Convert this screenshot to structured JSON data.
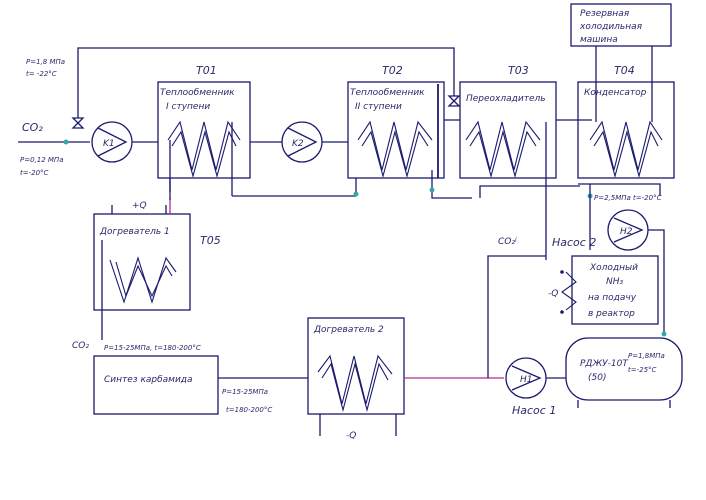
{
  "labels": {
    "co2_inlet": "CO₂",
    "inlet_pressure_top": "P=1,8 МПа",
    "inlet_temp_top": "t= -22°C",
    "inlet_pressure_bottom": "P=0,12 МПа",
    "inlet_temp_bottom": "t=-20°C",
    "valve_k1": "K1",
    "valve_k2": "K2",
    "t01_code": "T01",
    "t01_name": "Теплообменник",
    "t01_stage": "I ступени",
    "t02_code": "T02",
    "t02_name": "Теплообменник",
    "t02_stage": "II ступени",
    "t03_code": "T03",
    "t03_name": "Переохладитель",
    "t04_code": "T04",
    "t04_name": "Конденсатор",
    "reserve_line1": "Резервная",
    "reserve_line2": "холодильная",
    "reserve_line3": "машина",
    "q_top": "+Q",
    "heater1_name": "Догреватель 1",
    "t05_code": "T05",
    "co2_liquid": "CO₂ʲ",
    "pump2_label": "Насос 2",
    "pump2_symbol": "H2",
    "pump2_params": "P=2,5МПа t=-20°C",
    "cold_nh3_line1": "Холодный",
    "cold_nh3_line2": "NH₃",
    "cold_nh3_line3": "на подачу",
    "cold_nh3_line4": "в реактор",
    "co2_to_synth": "CO₂",
    "synth_params": "P=15-25МПа, t=180-200°C",
    "synth_name": "Синтез карбамида",
    "synth_out_p": "P=15-25МПа",
    "synth_out_t": "t=180-200°C",
    "heater2_name": "Догреватель 2",
    "q_bottom": "-Q",
    "pump1_symbol": "H1",
    "pump1_label": "Насос 1",
    "tank_name": "РДЖУ-10Т",
    "tank_sub": "(50)",
    "tank_p": "P=1,8МПа",
    "tank_t": "t=-25°C",
    "q_side": "-Q"
  }
}
